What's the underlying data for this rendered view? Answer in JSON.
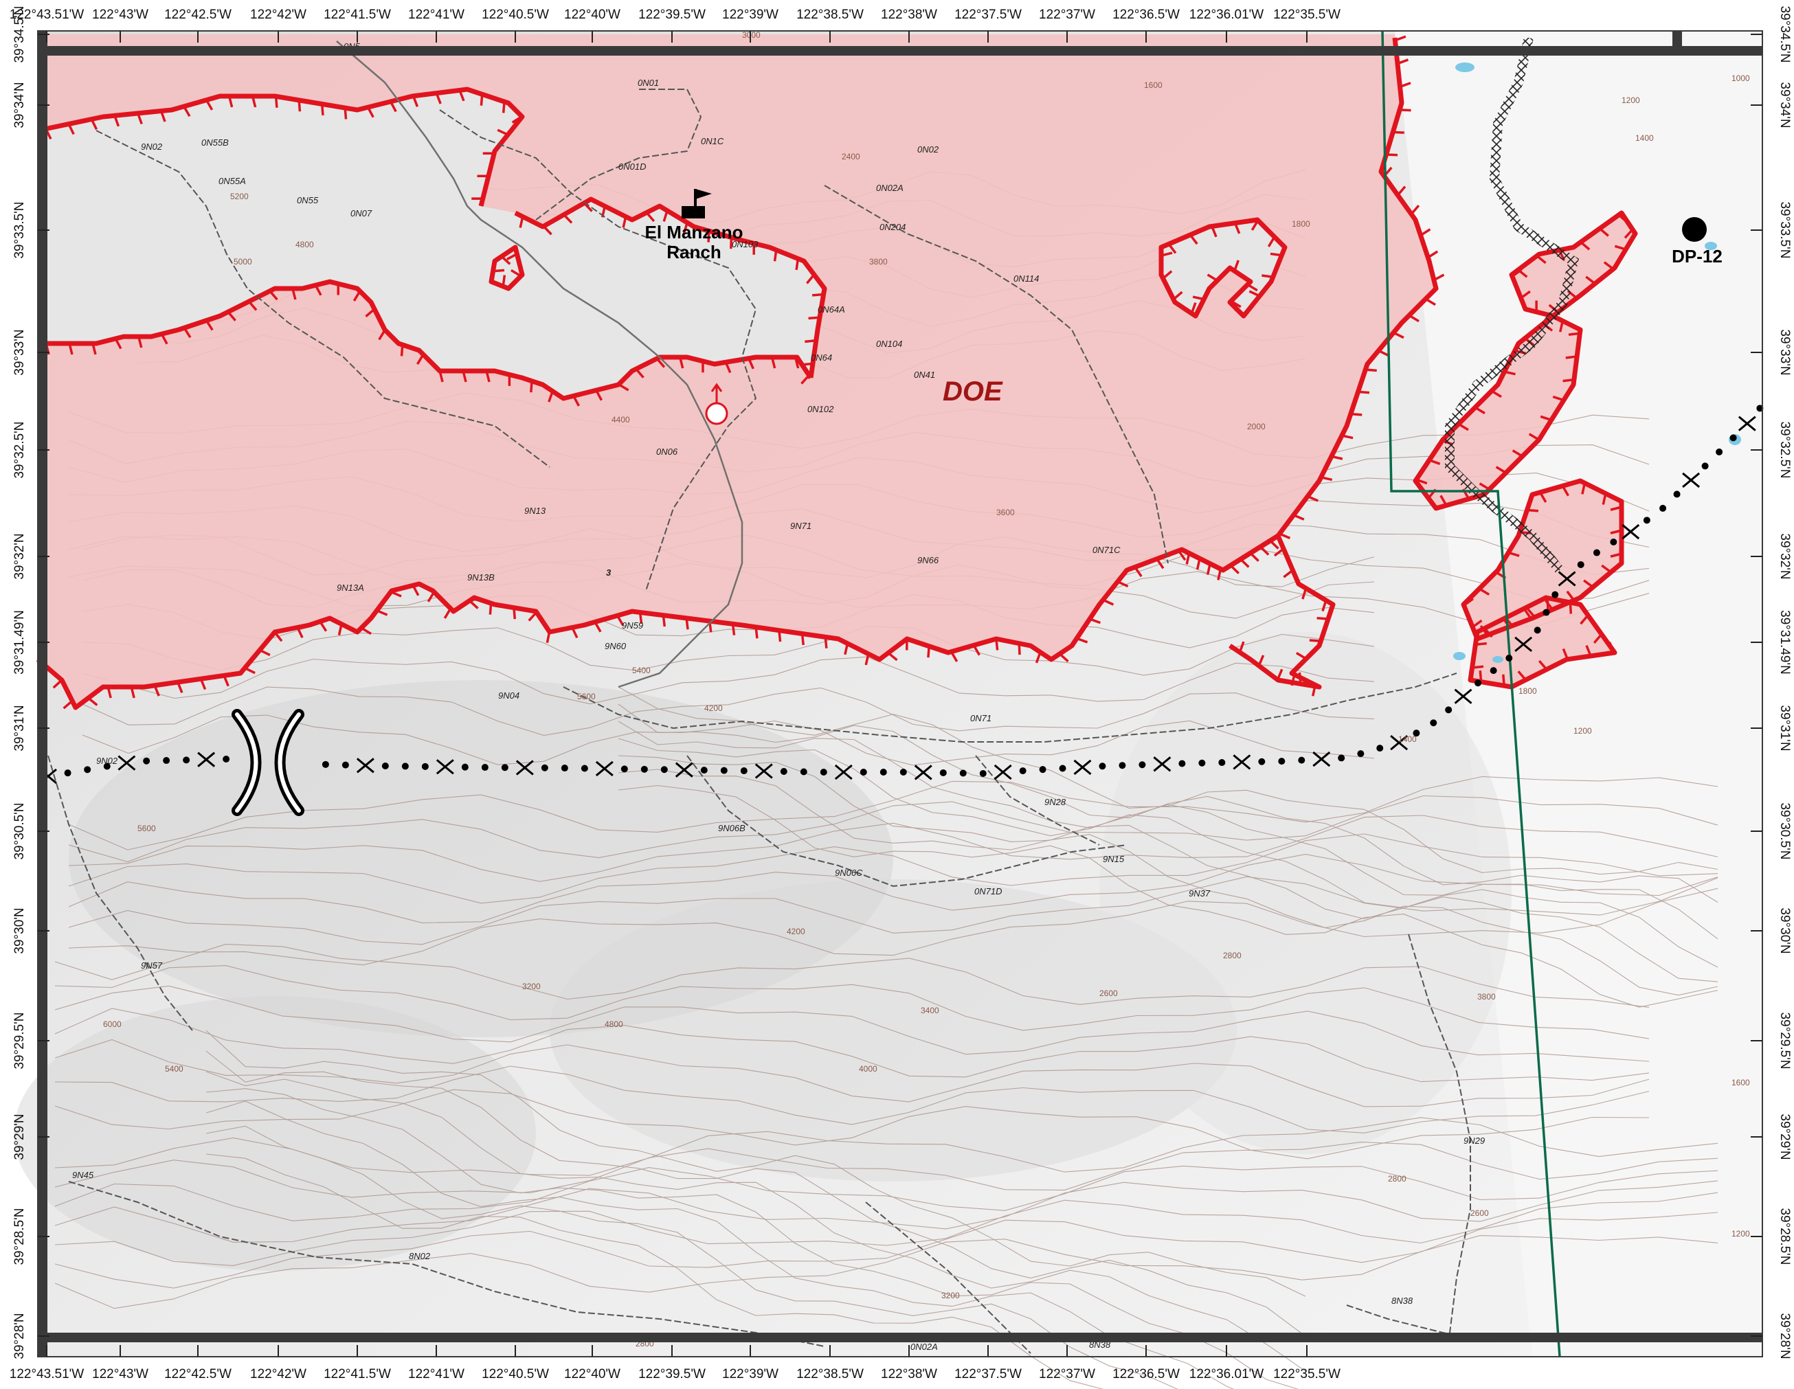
{
  "colors": {
    "fire_fill": "#f4c2c2",
    "fire_perimeter": "#e0141e",
    "boundary_line": "#0b6b4a",
    "frame": "#3a3a3a",
    "contour": "#9c7a6e",
    "terrain_light": "#f2f2f2",
    "terrain_dark": "#cfcfcf",
    "water": "#7cc8e6"
  },
  "top_longitude_labels": [
    "122°43.51'W",
    "122°43'W",
    "122°42.5'W",
    "122°42'W",
    "122°41.5'W",
    "122°41'W",
    "122°40.5'W",
    "122°40'W",
    "122°39.5'W",
    "122°39'W",
    "122°38.5'W",
    "122°38'W",
    "122°37.5'W",
    "122°37'W",
    "122°36.5'W",
    "122°36.01'W",
    "122°35.5'W"
  ],
  "bottom_longitude_labels": [
    "122°43.51'W",
    "122°43'W",
    "122°42.5'W",
    "122°42'W",
    "122°41.5'W",
    "122°41'W",
    "122°40.5'W",
    "122°40'W",
    "122°39.5'W",
    "122°39'W",
    "122°38.5'W",
    "122°38'W",
    "122°37.5'W",
    "122°37'W",
    "122°36.5'W",
    "122°36.01'W",
    "122°35.5'W"
  ],
  "latitude_labels": [
    "39°34.5'N",
    "39°34'N",
    "39°33.5'N",
    "39°33'N",
    "39°32.5'N",
    "39°32'N",
    "39°31.49'N",
    "39°31'N",
    "39°30.5'N",
    "39°30'N",
    "39°29.5'N",
    "39°29'N",
    "39°28.5'N",
    "39°28'N"
  ],
  "places": {
    "ranch_line1": "El Manzano",
    "ranch_line2": "Ranch",
    "doe": "DOE",
    "dp12": "DP-12"
  },
  "road_labels": [
    "0N01",
    "0N01D",
    "0N1C",
    "0N02A",
    "0N02",
    "0N103",
    "0N204",
    "0N114",
    "0N64A",
    "0N104",
    "0N41",
    "0N102",
    "0N64",
    "0N06",
    "9N13",
    "9N71",
    "9N66",
    "0N71C",
    "9N13A",
    "9N13B",
    "9N59",
    "9N60",
    "9N04",
    "0N71",
    "9N02",
    "0N55B",
    "0N55A",
    "0N55",
    "0N07",
    "0N5",
    "9N28",
    "9N15",
    "0N71D",
    "9N06C",
    "9N06B",
    "9N37",
    "9N57",
    "9N45",
    "8N02",
    "9N29",
    "8N38",
    "0N02A",
    "3"
  ],
  "contour_labels": [
    "3000",
    "2400",
    "1600",
    "1200",
    "1000",
    "1400",
    "1800",
    "2000",
    "3600",
    "3800",
    "4400",
    "4800",
    "5000",
    "5200",
    "5400",
    "5600",
    "4200",
    "4000",
    "3200",
    "2800",
    "2600",
    "3400",
    "6000"
  ]
}
